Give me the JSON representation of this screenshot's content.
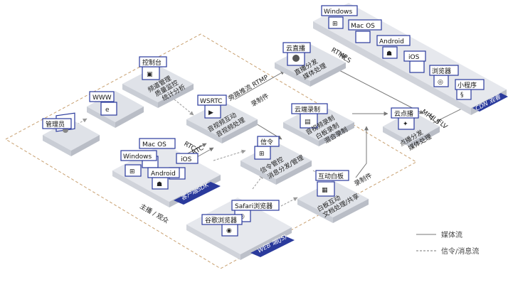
{
  "nodes": {
    "admin": {
      "tag": "管理员"
    },
    "www": {
      "tag": "WWW"
    },
    "console": {
      "tag": "控制台",
      "lines": [
        "频道管理",
        "质量监控",
        "统计分析"
      ]
    },
    "wsrtc": {
      "tag": "WSRTC",
      "lines": [
        "音视频互动",
        "音视频处理"
      ]
    },
    "live": {
      "tag": "云直播",
      "lines": [
        "直播分发",
        "媒体处理"
      ]
    },
    "record": {
      "tag": "云端录制",
      "lines": [
        "音视频录制",
        "白板录制",
        "混合录制"
      ]
    },
    "vod": {
      "tag": "云点播",
      "lines": [
        "点播分发",
        "媒体处理"
      ]
    },
    "signal": {
      "tag": "信令",
      "lines": [
        "信令管控",
        "消息分发/管理"
      ]
    },
    "whiteboard": {
      "tag": "互动白板",
      "lines": [
        "白板互动",
        "文档处理/共享"
      ]
    },
    "client_sdk": {
      "tags": [
        "Mac OS",
        "Windows",
        "iOS",
        "Android"
      ],
      "label": "客户端SDK"
    },
    "web": {
      "tags": [
        "Safari浏览器",
        "谷歌浏览器"
      ],
      "label": "WEB 端(JS)"
    },
    "cdn": {
      "tags": [
        "Windows",
        "Mac OS",
        "Android",
        "iOS",
        "浏览器",
        "小程序"
      ],
      "label": "CDN 观看"
    }
  },
  "edges": {
    "bypass": "旁路推流 RTMP",
    "record1": "录制件",
    "record2": "录制件",
    "rtc1": "RTC",
    "rtc2": "RTC",
    "live_proto": [
      "RTMP",
      "FLV",
      "HLS"
    ],
    "vod_proto": [
      "MP4",
      "HLS",
      "FLV"
    ]
  },
  "region_label": "主播 / 观众",
  "legend": {
    "media": "媒体流",
    "signal": "信令/消息流"
  },
  "colors": {
    "accent": "#2a3a9c",
    "tag_border": "#2a3a9c",
    "platform": "#e6e8ed",
    "dashed": "#c8a070"
  }
}
